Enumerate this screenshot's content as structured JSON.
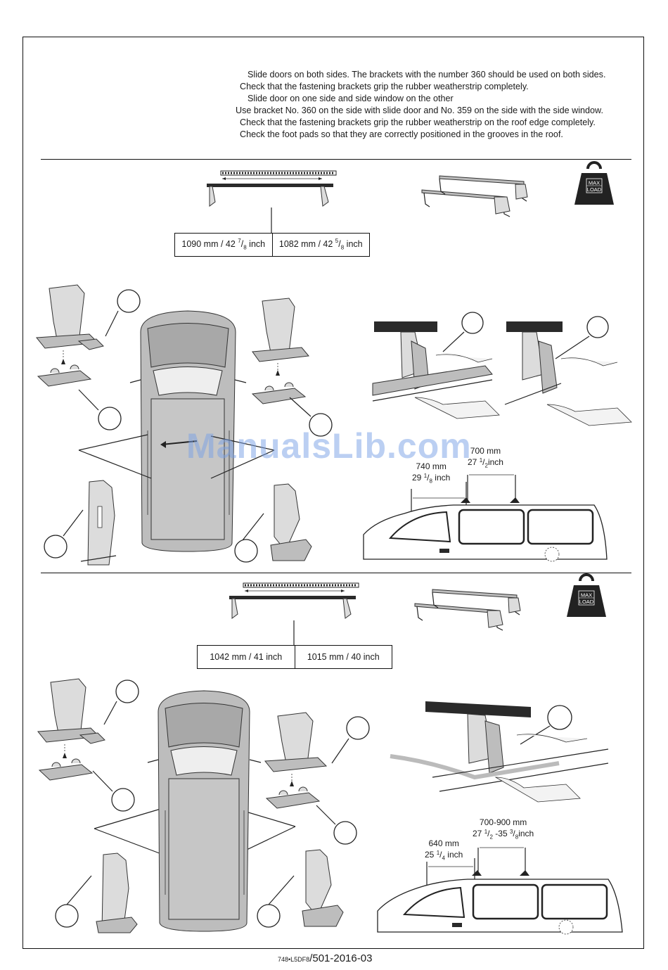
{
  "instructions": [
    "Slide doors on both sides. The brackets with the number 360 should be used on both sides.",
    "Check that the fastening brackets grip the rubber weatherstrip completely.",
    "Slide door on one side and side window on the other",
    "Use bracket No. 360 on the  side with slide door and No. 359 on the side with the side window.",
    "Check that the fastening brackets grip the rubber weatherstrip on the roof edge completely.",
    "Check the foot pads so that they are correctly positioned in the grooves in the roof."
  ],
  "section1": {
    "dim_left": {
      "value": "1090 mm / 42 ",
      "frac_num": "7",
      "frac_den": "8",
      "unit": " inch"
    },
    "dim_right": {
      "value": "1082 mm / 42 ",
      "frac_num": "5",
      "frac_den": "8",
      "unit": " inch"
    },
    "front_meas": {
      "line1": "740  mm",
      "line2_pre": "29 ",
      "frac_num": "1",
      "frac_den": "8",
      "unit": "inch"
    },
    "span_meas": {
      "line1": "700 mm",
      "line2_pre": "27 ",
      "frac_num": "1",
      "frac_den": "2",
      "unit": "inch"
    }
  },
  "section2": {
    "dim_left": "1042 mm / 41 inch",
    "dim_right": "1015 mm / 40 inch",
    "front_meas": {
      "line1": "640  mm",
      "line2_pre": "25 ",
      "frac_num": "1",
      "frac_den": "4",
      "unit": "inch"
    },
    "span_meas": {
      "line1": "700-900 mm",
      "line2_pre": "27 ",
      "frac_num1": "1",
      "frac_den1": "2",
      "mid": " -35 ",
      "frac_num2": "3",
      "frac_den2": "8",
      "unit": "inch"
    }
  },
  "max_load": {
    "line1": "MAX",
    "line2": "LOAD"
  },
  "footer": {
    "small": "748•L5DF8",
    "code": "/501-2016-03"
  },
  "watermark": "ManualsLib.com"
}
